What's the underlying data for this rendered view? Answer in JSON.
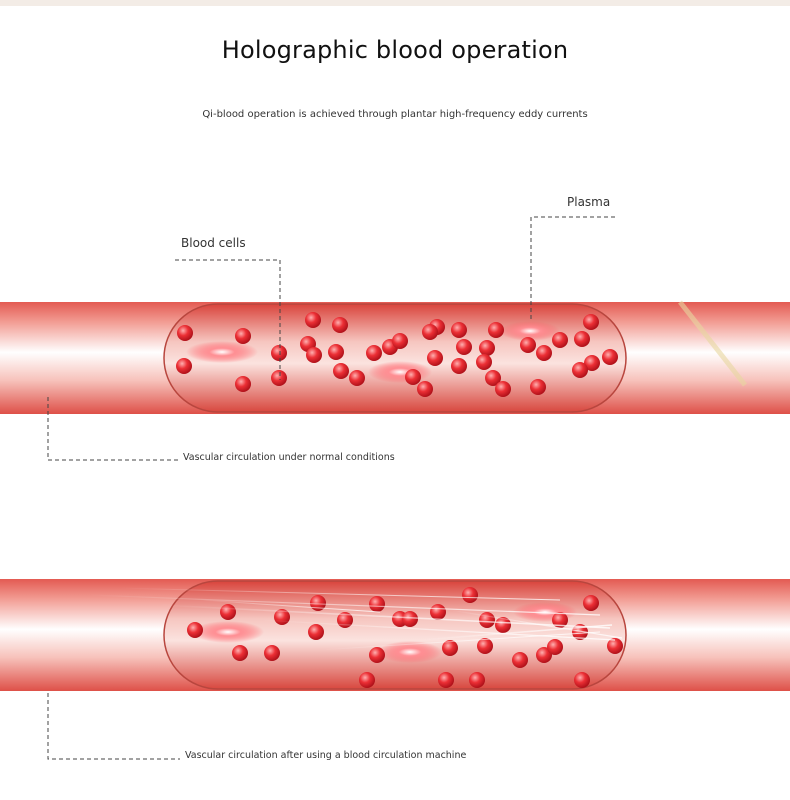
{
  "header": {
    "title": "Holographic blood operation",
    "subtitle": "Qi-blood operation is achieved through plantar high-frequency eddy currents"
  },
  "labels": {
    "blood_cells": "Blood cells",
    "plasma": "Plasma"
  },
  "captions": {
    "normal": "Vascular circulation under normal conditions",
    "after": "Vascular circulation after using a blood circulation machine"
  },
  "colors": {
    "vessel": "#e8675e",
    "cell": "#e0242c",
    "leader": "#444444"
  }
}
